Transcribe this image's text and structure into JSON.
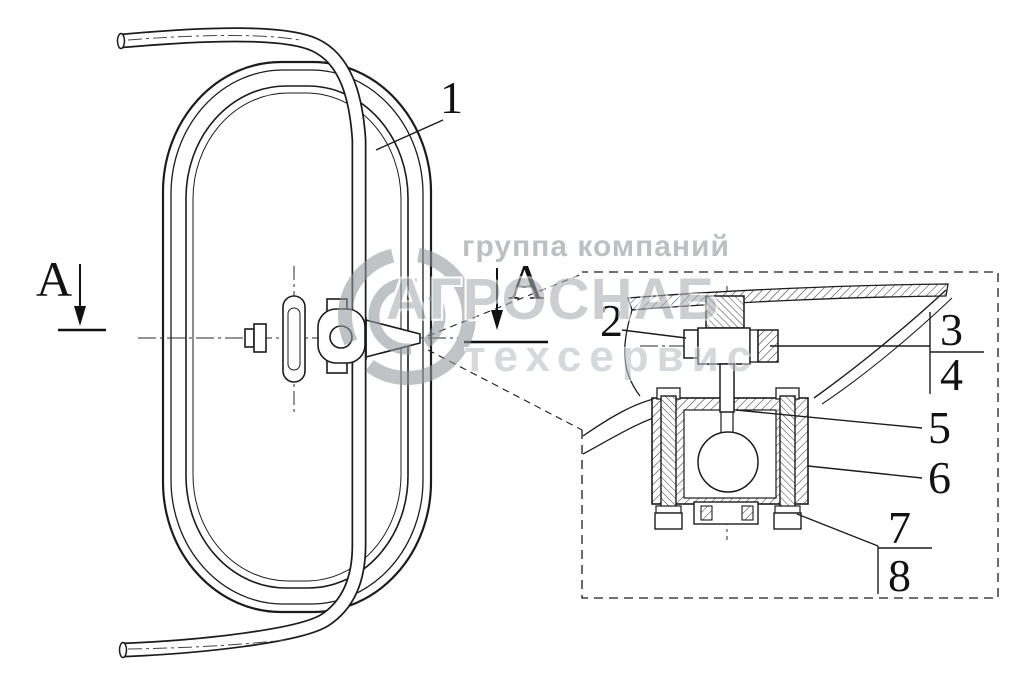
{
  "diagram": {
    "callouts": {
      "c1": "1",
      "c2": "2",
      "c3": "3",
      "c4": "4",
      "c5": "5",
      "c6": "6",
      "c7": "7",
      "c8": "8"
    },
    "section_label_left": "A",
    "view_label": "A"
  },
  "watermark": {
    "line1": "группа компаний",
    "line2": "АГРОСНАБ",
    "line3": "техсервис"
  },
  "colors": {
    "line": "#1c1c1c",
    "watermark_grey": "#92989c",
    "background": "#ffffff"
  }
}
